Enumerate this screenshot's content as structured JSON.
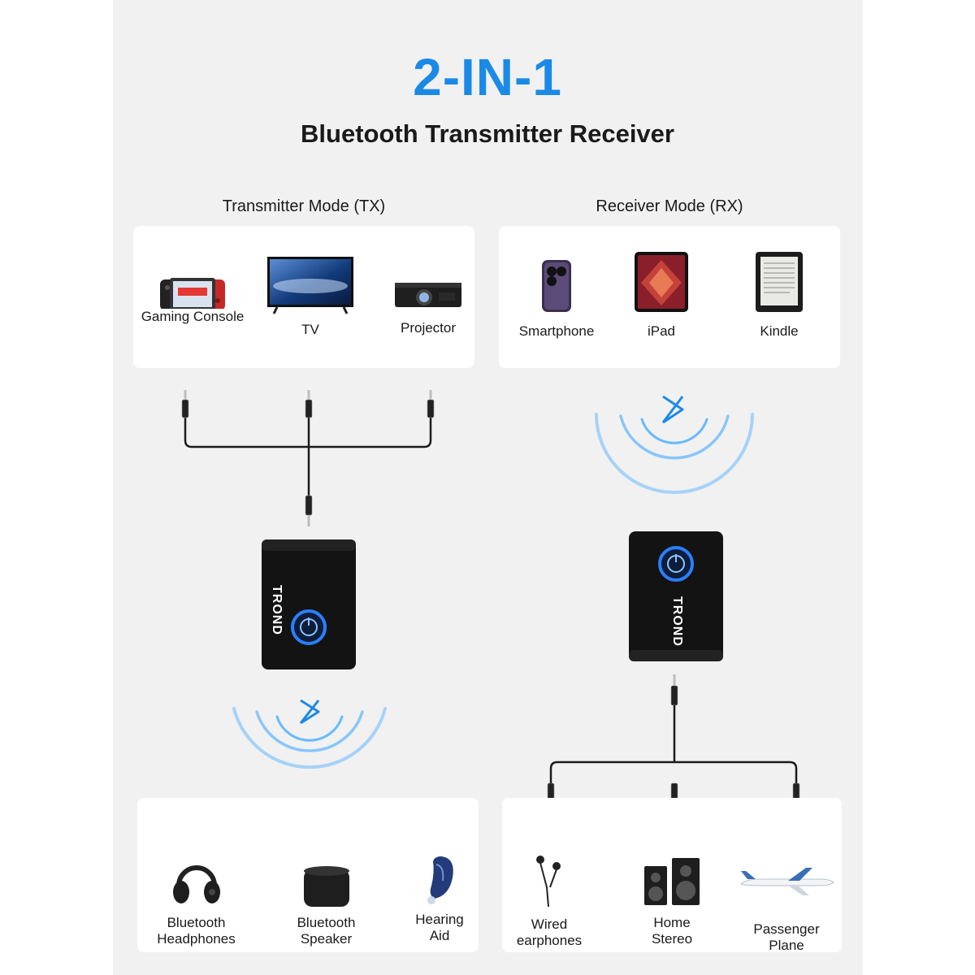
{
  "header": {
    "title": "2-IN-1",
    "subtitle": "Bluetooth Transmitter Receiver"
  },
  "tx": {
    "title": "Transmitter Mode (TX)",
    "sources": [
      {
        "label": "Gaming Console",
        "icon": "game-console-icon"
      },
      {
        "label": "TV",
        "icon": "tv-icon"
      },
      {
        "label": "Projector",
        "icon": "projector-icon"
      }
    ],
    "outputs": [
      {
        "label": "Bluetooth\nHeadphones",
        "icon": "headphones-icon"
      },
      {
        "label": "Bluetooth\nSpeaker",
        "icon": "speaker-icon"
      },
      {
        "label": "Hearing\nAid",
        "icon": "hearing-aid-icon"
      }
    ]
  },
  "rx": {
    "title": "Receiver Mode (RX)",
    "sources": [
      {
        "label": "Smartphone",
        "icon": "smartphone-icon"
      },
      {
        "label": "iPad",
        "icon": "tablet-icon"
      },
      {
        "label": "Kindle",
        "icon": "ereader-icon"
      }
    ],
    "outputs": [
      {
        "label": "Wired\nearphones",
        "icon": "earphones-icon"
      },
      {
        "label": "Home\nStereo",
        "icon": "stereo-speakers-icon"
      },
      {
        "label": "Passenger\nPlane",
        "icon": "airplane-icon"
      }
    ]
  },
  "product": {
    "brand": "TROND",
    "device_icon": "bluetooth-adapter-icon",
    "wireless_icon": "bluetooth-icon"
  },
  "colors": {
    "accent": "#1b8ae6",
    "background": "#f1f1f1",
    "card": "#ffffff",
    "device_body": "#111111",
    "button_glow": "#2a7fff"
  }
}
